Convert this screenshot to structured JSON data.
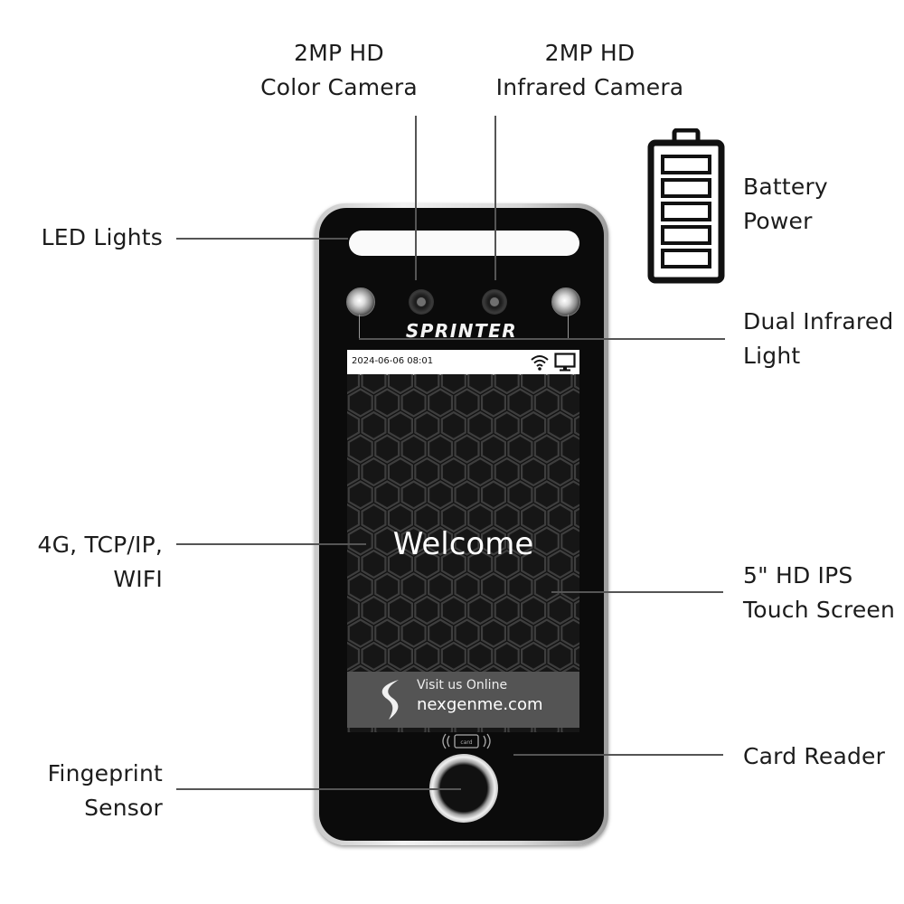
{
  "labels": {
    "color_camera": [
      "2MP HD",
      "Color Camera"
    ],
    "infrared_camera": [
      "2MP HD",
      "Infrared Camera"
    ],
    "battery": [
      "Battery",
      "Power"
    ],
    "led_lights": [
      "LED Lights"
    ],
    "dual_infrared": [
      "Dual Infrared",
      "Light"
    ],
    "network": [
      "4G, TCP/IP,",
      "WIFI"
    ],
    "touch_screen": [
      "5\" HD IPS",
      "Touch Screen"
    ],
    "card_reader": [
      "Card Reader"
    ],
    "fingerprint": [
      "Fingeprint",
      "Sensor"
    ]
  },
  "device": {
    "brand": "SPRINTER",
    "status_time": "2024-06-06 08:01",
    "welcome": "Welcome",
    "banner_line1": "Visit us Online",
    "banner_line2": "nexgenme.com",
    "card_text": "card",
    "icons": [
      "wifi-icon",
      "monitor-icon",
      "card-reader-icon",
      "battery-icon",
      "nexgen-logo-icon"
    ]
  },
  "colors": {
    "device_body": "#0b0b0b",
    "bezel": "#d8d8d8",
    "banner": "#545454",
    "text": "#1c1c1c",
    "connector": "#555555"
  }
}
